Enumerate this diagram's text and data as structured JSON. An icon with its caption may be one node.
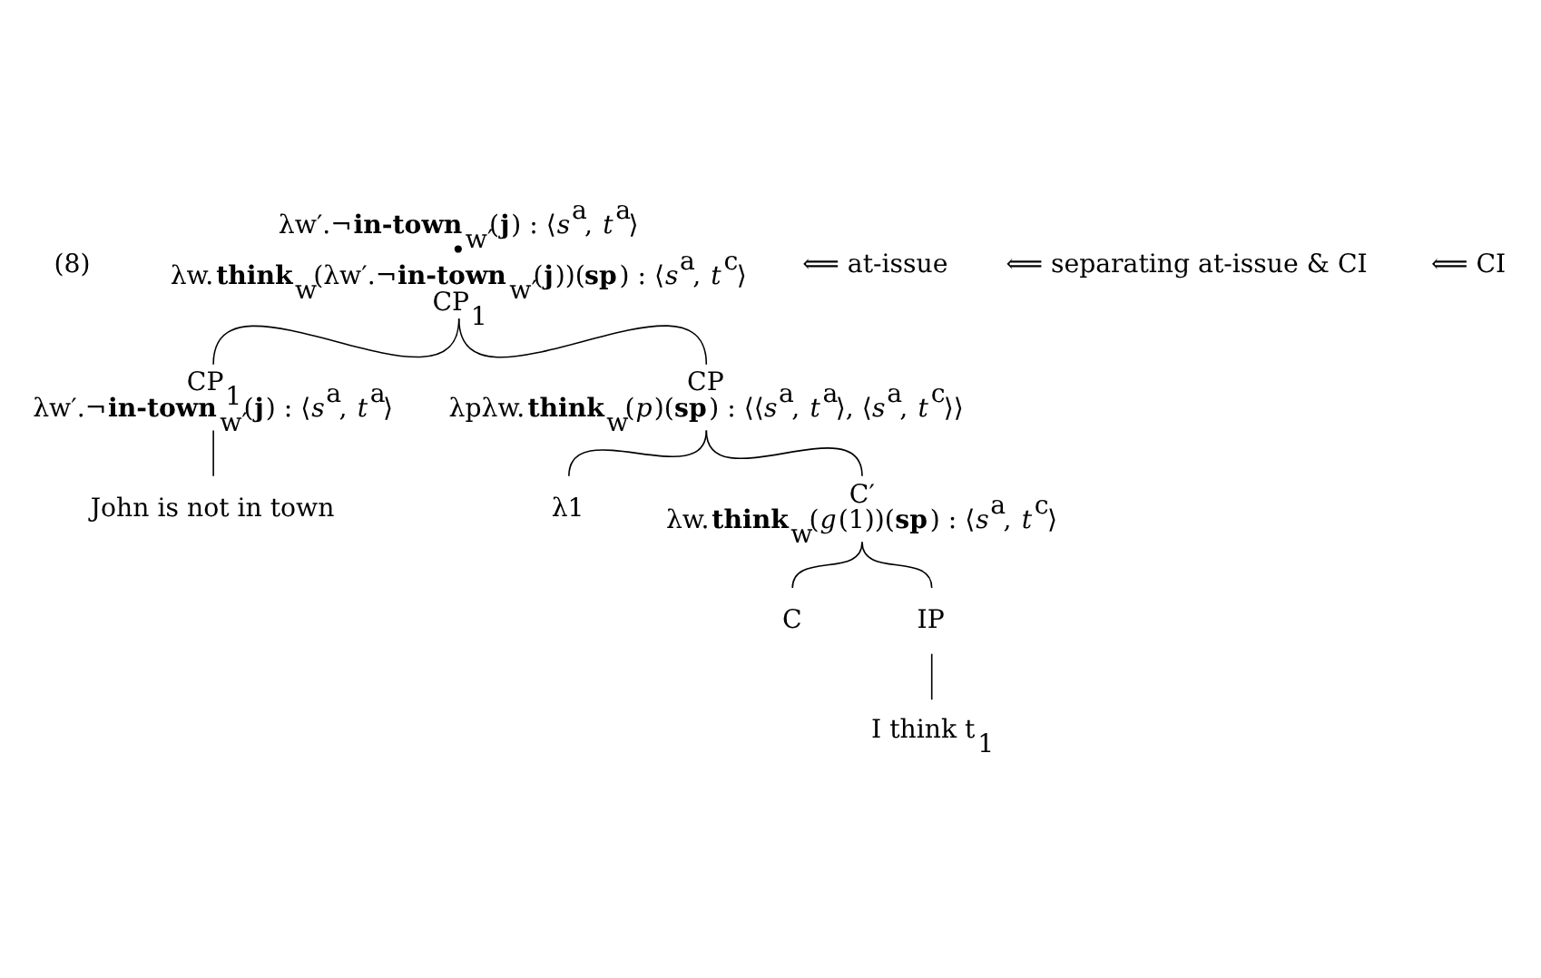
{
  "diagram": {
    "nodes": [
      {
        "text": [
          "λw′.¬**in-town**$_{w′}$(**j**) : ⟨*s*$^{a}$, *t*$^{a}$⟩",
          "•",
          "λw.**think**$_{w}$(λw′.¬**in-town**$_{w′}$(**j**))(**sp**) : ⟨*s*$^{a}$, *t*$^{c}$⟩",
          "CP$_{1}$"
        ]
      },
      {
        "text": [
          "CP$_{1}$",
          "λw′.¬**in-town**$_{w′}$(**j**) : ⟨*s*$^{a}$, *t*$^{a}$⟩"
        ]
      },
      {
        "text": [
          "John is not in town"
        ]
      },
      {
        "text": [
          "CP",
          "λpλw.**think**$_{w}$(*p*)(**sp**) : ⟨⟨*s*$^{a}$, *t*$^{a}$⟩, ⟨*s*$^{a}$, *t*$^{c}$⟩⟩"
        ]
      },
      {
        "text": [
          "λ1"
        ]
      },
      {
        "text": [
          "C′",
          "λw.**think**$_{w}$(*g*(1))(**sp**) : ⟨*s*$^{a}$, *t*$^{c}$⟩"
        ]
      },
      {
        "text": [
          "C"
        ]
      },
      {
        "text": [
          "IP"
        ]
      },
      {
        "text": [
          "I think t$_{1}$"
        ]
      }
    ],
    "edges": [
      {
        "from": 0,
        "to": 1,
        "arrow": "none"
      },
      {
        "from": 0,
        "to": 3,
        "arrow": "none"
      },
      {
        "from": 1,
        "to": 2,
        "arrow": "none"
      },
      {
        "from": 3,
        "to": 4,
        "arrow": "none"
      },
      {
        "from": 3,
        "to": 5,
        "arrow": "none"
      },
      {
        "from": 5,
        "to": 6,
        "arrow": "none"
      },
      {
        "from": 5,
        "to": 7,
        "arrow": "none"
      },
      {
        "from": 7,
        "to": 8,
        "arrow": "none"
      }
    ],
    "labels": [
      "(8)",
      "⟸ at-issue",
      "⟸ separating at-issue & CI",
      "⟸ CI"
    ]
  }
}
